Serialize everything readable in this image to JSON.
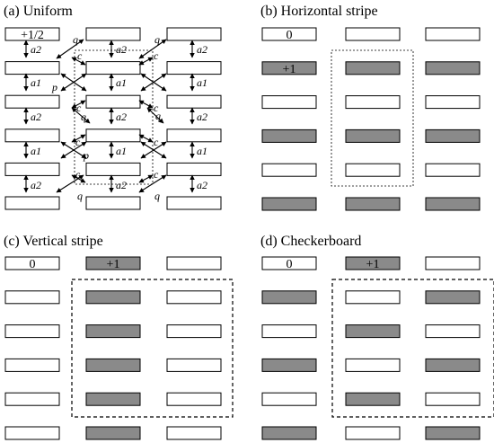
{
  "panels": [
    {
      "id": "a",
      "caption": "(a) Uniform",
      "pattern": "uniform",
      "cell_labels": [
        {
          "row": 0,
          "col": 0,
          "text": "+1/2"
        }
      ],
      "bond_labels": {
        "a1": "a1",
        "a2": "a2",
        "c": "c",
        "p": "p",
        "q": "q"
      },
      "unit_cell_box": "dotted"
    },
    {
      "id": "b",
      "caption": "(b) Horizontal stripe",
      "pattern": "horizontal-stripe",
      "cell_labels": [
        {
          "row": 0,
          "col": 0,
          "text": "0"
        },
        {
          "row": 1,
          "col": 0,
          "text": "+1"
        }
      ],
      "unit_cell_box": "dotted"
    },
    {
      "id": "c",
      "caption": "(c) Vertical stripe",
      "pattern": "vertical-stripe",
      "cell_labels": [
        {
          "row": 0,
          "col": 0,
          "text": "0"
        },
        {
          "row": 0,
          "col": 1,
          "text": "+1"
        }
      ],
      "unit_cell_box": "dashed"
    },
    {
      "id": "d",
      "caption": "(d) Checkerboard",
      "pattern": "checkerboard",
      "cell_labels": [
        {
          "row": 0,
          "col": 0,
          "text": "0"
        },
        {
          "row": 0,
          "col": 1,
          "text": "+1"
        }
      ],
      "unit_cell_box": "dashed"
    }
  ],
  "colors": {
    "filled": "#8a8a8a",
    "empty": "#ffffff",
    "stroke": "#000000"
  }
}
